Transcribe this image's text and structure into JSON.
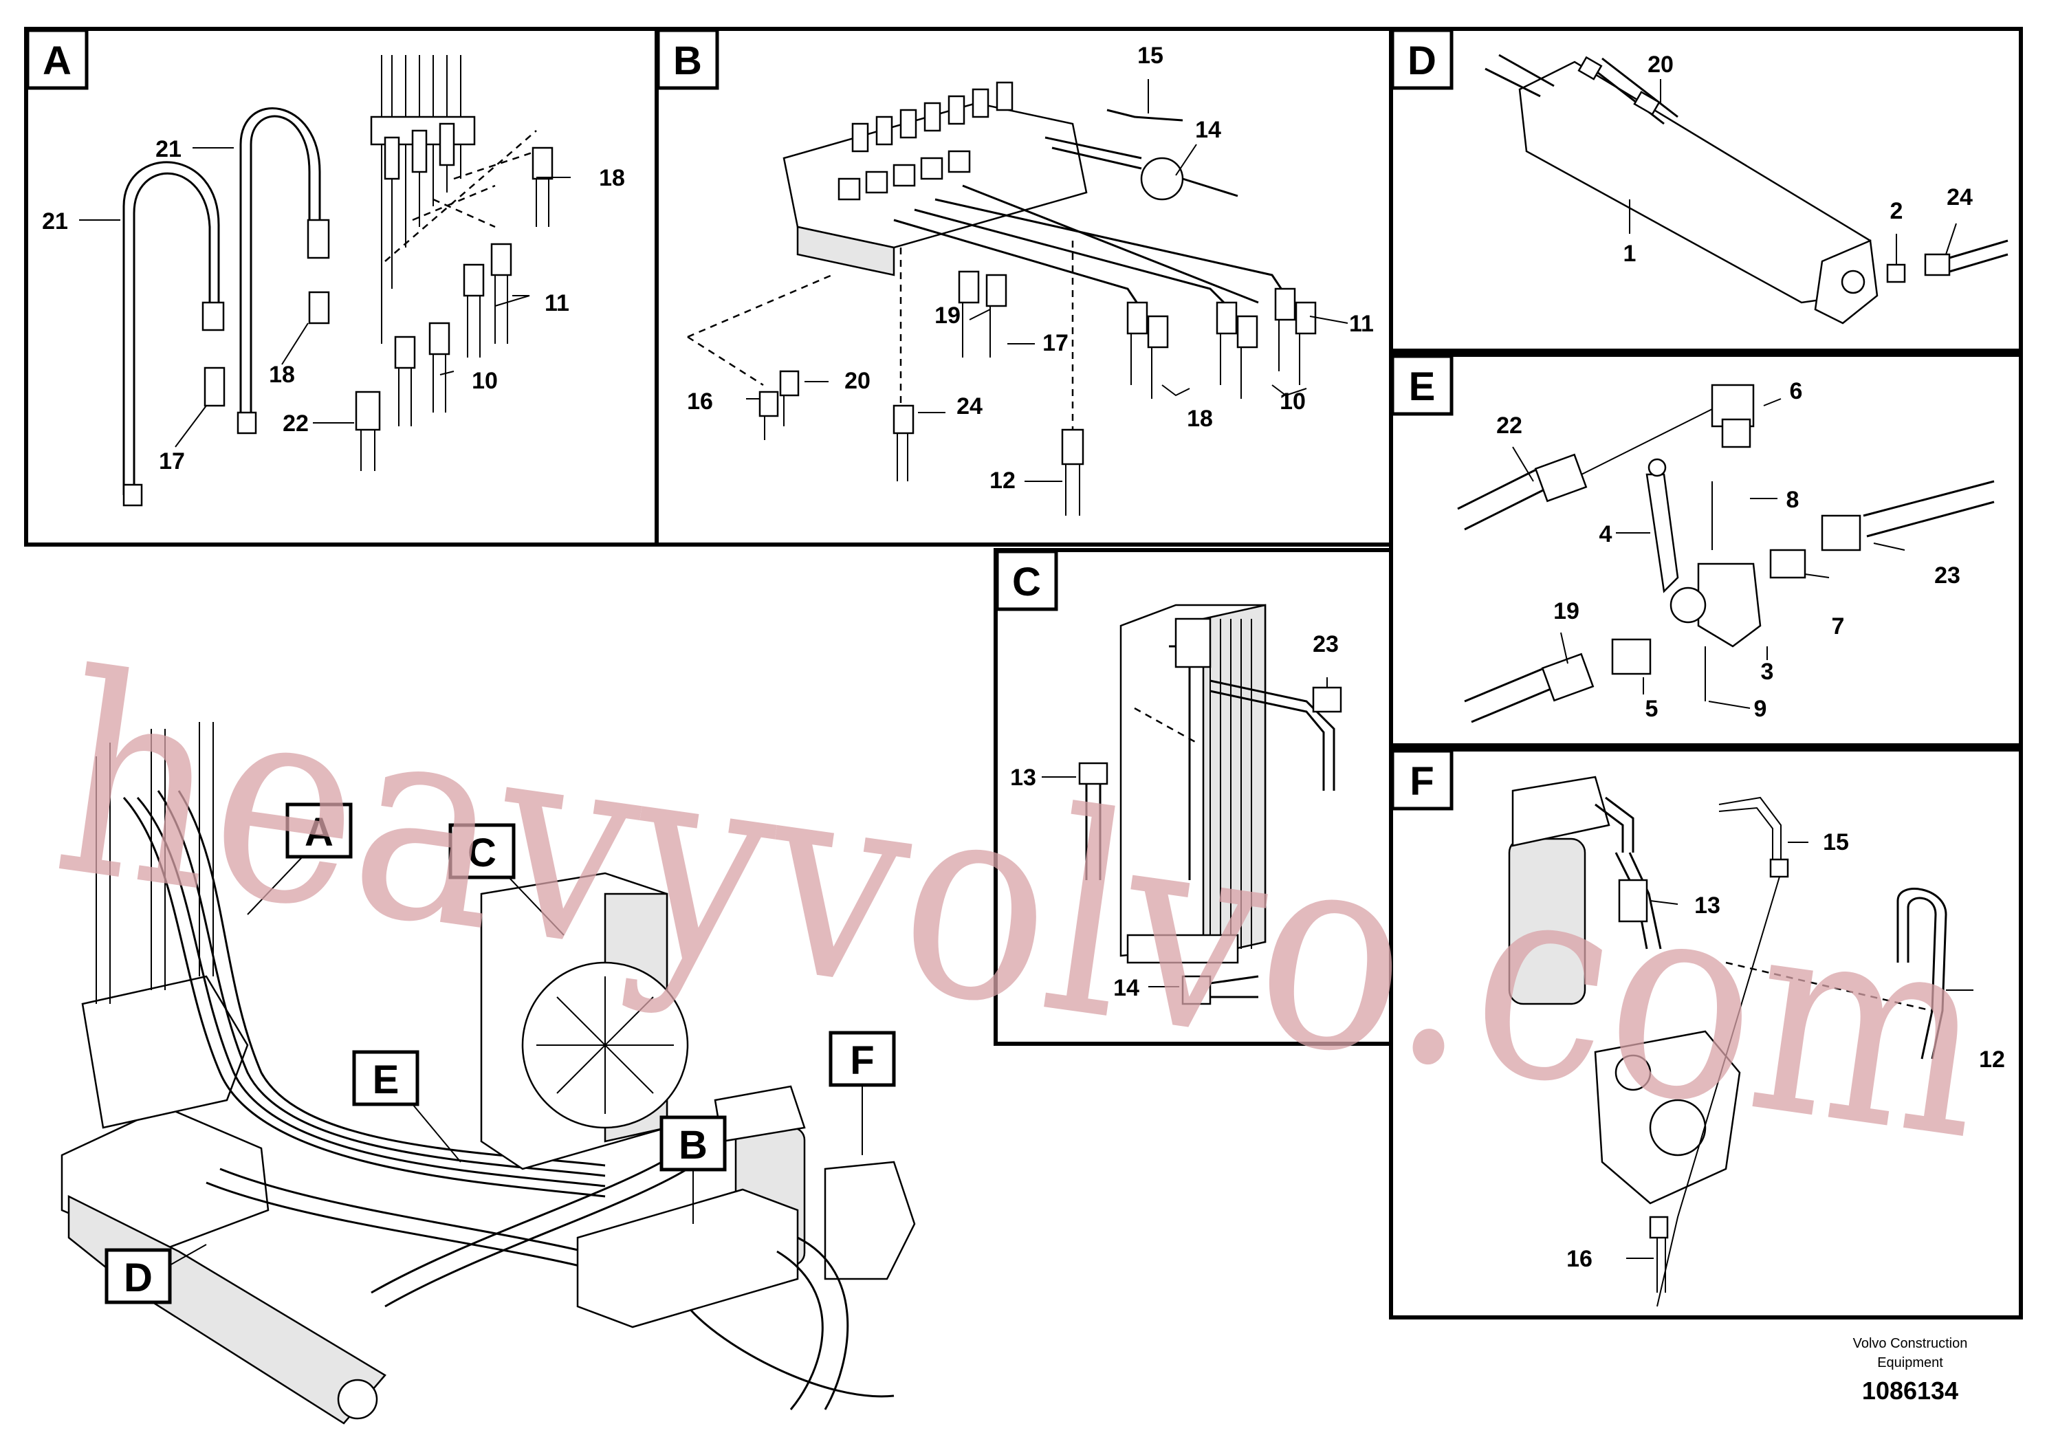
{
  "panels": {
    "A": {
      "letter": "A",
      "labels": [
        "21",
        "21",
        "18",
        "18",
        "11",
        "10",
        "22",
        "17"
      ]
    },
    "B": {
      "letter": "B",
      "labels": [
        "15",
        "14",
        "19",
        "17",
        "11",
        "10",
        "18",
        "20",
        "16",
        "24",
        "12"
      ]
    },
    "C": {
      "letter": "C",
      "labels": [
        "23",
        "13",
        "14"
      ]
    },
    "D": {
      "letter": "D",
      "labels": [
        "20",
        "1",
        "2",
        "24"
      ]
    },
    "E": {
      "letter": "E",
      "labels": [
        "22",
        "6",
        "8",
        "4",
        "23",
        "19",
        "7",
        "3",
        "5",
        "9"
      ]
    },
    "F": {
      "letter": "F",
      "labels": [
        "15",
        "13",
        "12",
        "16"
      ]
    }
  },
  "overview_callouts": [
    "A",
    "C",
    "E",
    "B",
    "F",
    "D"
  ],
  "watermark": "heavyvolvo.com",
  "footer": {
    "company_line1": "Volvo Construction",
    "company_line2": "Equipment",
    "document_number": "1086134"
  }
}
